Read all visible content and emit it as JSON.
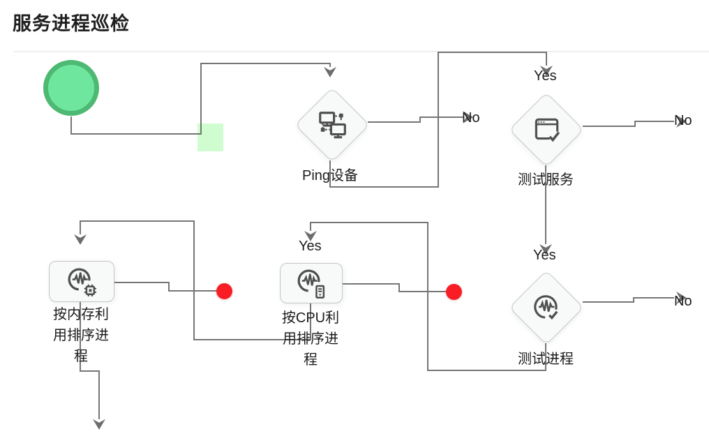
{
  "page": {
    "title": "服务进程巡检"
  },
  "colors": {
    "start_node_ring": "#4db973",
    "start_node_fill": "#6ee69e",
    "drop_zone_green": "#cafdca",
    "edge_gray": "#757575",
    "node_background": "#f7faf8",
    "node_border": "#c3c7c4",
    "icon_gray": "#4f4f4f",
    "end_node_red": "#f91d25"
  },
  "nodes": {
    "start": {
      "type": "start"
    },
    "ping": {
      "type": "decision",
      "label": "Ping设备",
      "icon": "network-ping-icon"
    },
    "test_service": {
      "type": "decision",
      "label": "测试服务",
      "icon": "app-window-check-icon"
    },
    "test_process": {
      "type": "decision",
      "label": "测试进程",
      "icon": "pulse-circle-check-icon"
    },
    "sort_memory": {
      "type": "task",
      "label": "按内存利用排序进程",
      "icon": "pulse-chip-icon"
    },
    "sort_cpu": {
      "type": "task",
      "label": "按CPU利用排序进程",
      "icon": "pulse-server-icon"
    },
    "end_after_memory": {
      "type": "end"
    },
    "end_after_cpu": {
      "type": "end"
    }
  },
  "edge_labels": {
    "ping_yes": "Yes",
    "ping_no": "No",
    "test_service_yes": "Yes",
    "test_service_no": "No",
    "test_process_yes": "Yes",
    "test_process_no": "No"
  }
}
